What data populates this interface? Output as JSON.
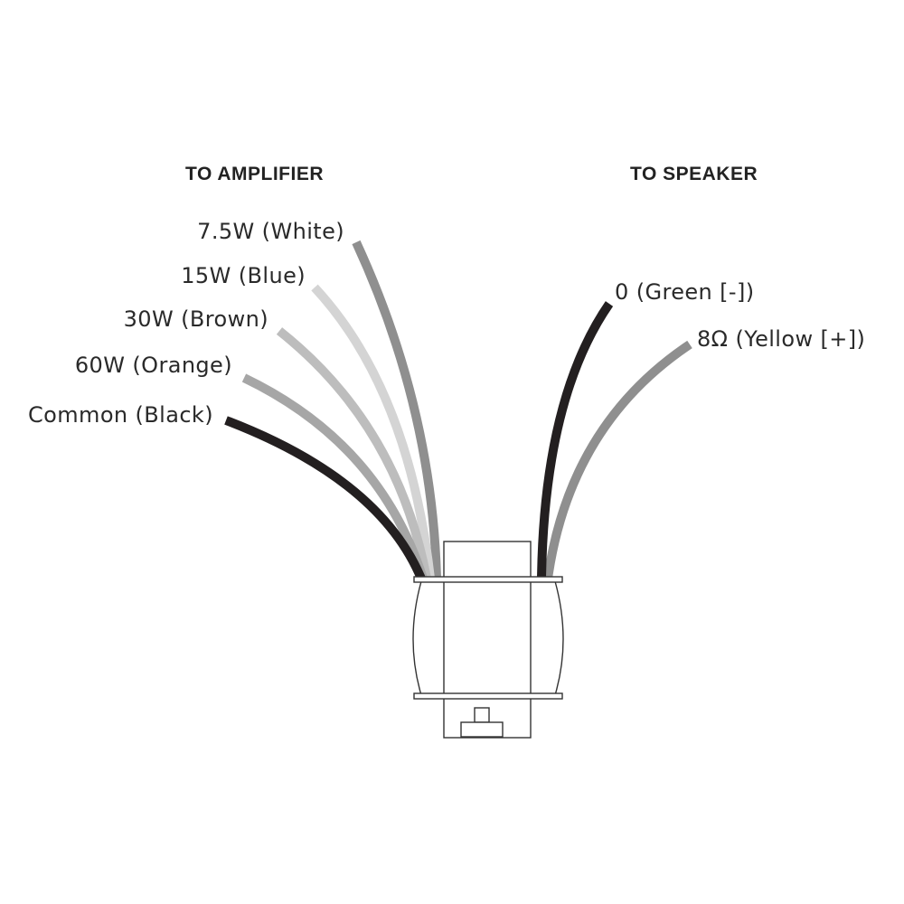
{
  "headings": {
    "amplifier": "TO AMPLIFIER",
    "speaker": "TO SPEAKER"
  },
  "amplifier_wires": [
    {
      "label": "7.5W (White)",
      "color": "#8f8f8f"
    },
    {
      "label": "15W (Blue)",
      "color": "#d4d4d4"
    },
    {
      "label": "30W (Brown)",
      "color": "#bdbdbd"
    },
    {
      "label": "60W (Orange)",
      "color": "#a6a6a6"
    },
    {
      "label": "Common (Black)",
      "color": "#231f20"
    }
  ],
  "speaker_wires": [
    {
      "label": "0 (Green [-])",
      "color": "#231f20"
    },
    {
      "label": "8Ω (Yellow [+])",
      "color": "#8f8f8f"
    }
  ]
}
